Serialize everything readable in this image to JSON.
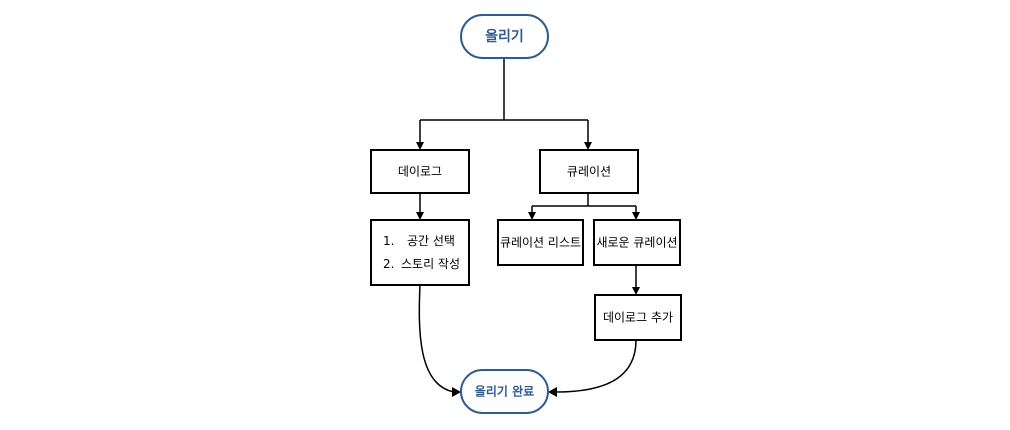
{
  "nodes": {
    "start": {
      "label": "올리기"
    },
    "dailog": {
      "label": "데이로그"
    },
    "curation": {
      "label": "큐레이션"
    },
    "steps": {
      "item1_number": "1.",
      "item1_text": "공간 선택",
      "item2_number": "2.",
      "item2_text": "스토리 작성"
    },
    "curation_list": {
      "label": "큐레이션 리스트"
    },
    "new_curation": {
      "label": "새로운 큐레이션"
    },
    "add_dailog": {
      "label": "데이로그 추가"
    },
    "end": {
      "label": "올리기 완료"
    }
  },
  "colors": {
    "terminal_stroke": "#2f5b8f",
    "terminal_text": "#2f5b8f",
    "process_stroke": "#000000",
    "line": "#000000"
  }
}
